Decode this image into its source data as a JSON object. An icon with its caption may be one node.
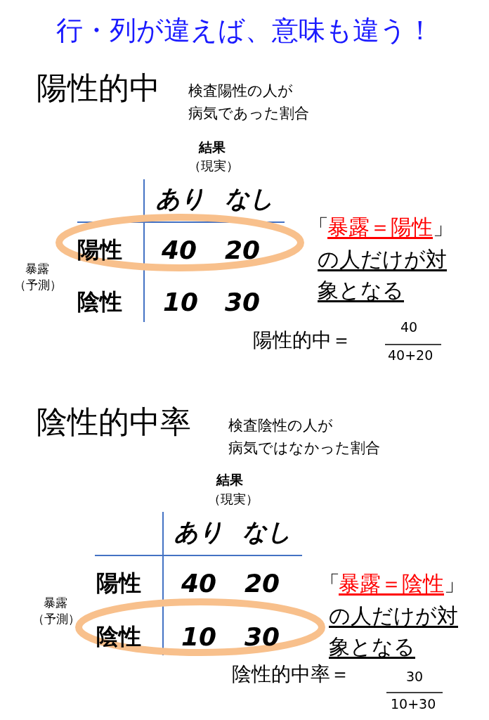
{
  "diagram": {
    "title": "行・列が違えば、意味も違う！",
    "nodes": [
      {
        "text": [
          "陽性",
          "40",
          "20"
        ]
      },
      {
        "text": [
          "陰性",
          "10",
          "30"
        ]
      }
    ],
    "labels": [
      "陽性的中",
      "検査陽性の人が病気であった割合",
      "結果",
      "（現実）",
      "あり",
      "なし",
      "暴露",
      "（予測）",
      "陰性",
      "10",
      "30",
      "「",
      "暴露＝陽性",
      "」",
      "の人だけが対象となる",
      "陽性的中＝",
      "40",
      "40+20",
      "陰性的中率",
      "検査陰性の人が病気ではなかった割合",
      "結果",
      "（現実）",
      "あり",
      "なし",
      "陽性",
      "40",
      "20",
      "暴露",
      "（予測）",
      "「",
      "暴露＝陰性",
      "」",
      "の人だけが対象となる",
      "陰性的中率＝",
      "30",
      "10+30"
    ]
  }
}
